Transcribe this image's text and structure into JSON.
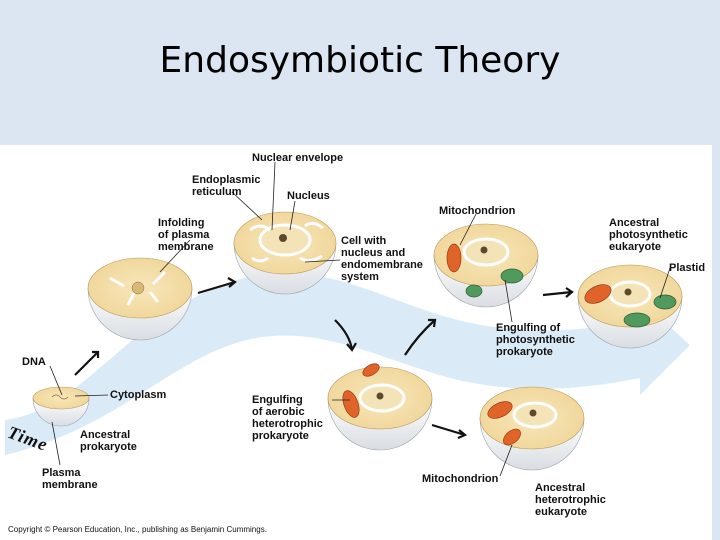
{
  "slide": {
    "title": "Endosymbiotic Theory"
  },
  "labels": {
    "nuclear_envelope": "Nuclear envelope",
    "endoplasmic_reticulum": "Endoplasmic\nreticulum",
    "nucleus": "Nucleus",
    "infolding": "Infolding\nof plasma\nmembrane",
    "cell_with_nucleus": "Cell with\nnucleus and\nendomembrane\nsystem",
    "mitochondrion_top": "Mitochondrion",
    "ancestral_photosynthetic": "Ancestral\nphotosynthetic\neukaryote",
    "plastid": "Plastid",
    "engulfing_photosynthetic": "Engulfing of\nphotosynthetic\nprokaryote",
    "dna": "DNA",
    "cytoplasm": "Cytoplasm",
    "engulfing_aerobic": "Engulfing\nof aerobic\nheterotrophic\nprokaryote",
    "ancestral_prokaryote": "Ancestral\nprokaryote",
    "plasma_membrane": "Plasma\nmembrane",
    "mitochondrion_bottom": "Mitochondrion",
    "ancestral_heterotrophic": "Ancestral\nheterotrophic\neukaryote",
    "time": "Time"
  },
  "copyright": "Copyright © Pearson Education, Inc., publishing as Benjamin Cummings.",
  "colors": {
    "slide_background": "#dce6f2",
    "cytoplasm": "#f3dea8",
    "cell_shell": "#f4f6f8",
    "time_arrow": "#cfe3f4",
    "mitochondrion": "#e0642a",
    "plastid": "#4f9a5c"
  }
}
